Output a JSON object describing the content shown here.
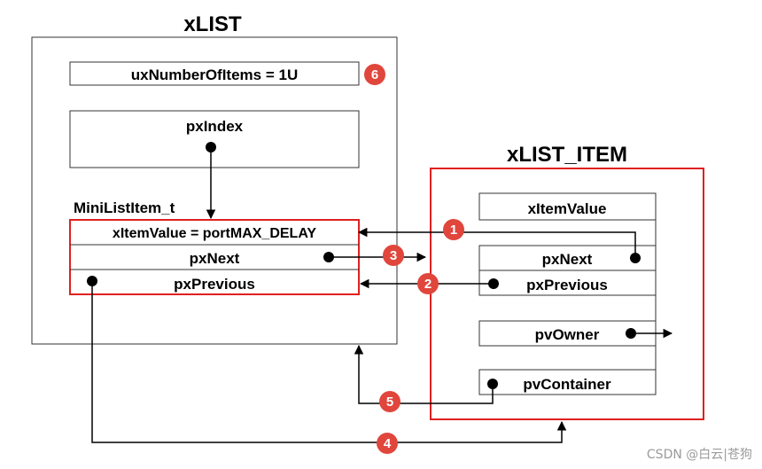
{
  "xlist": {
    "title": "xLIST",
    "ux_number_of_items": "uxNumberOfItems = 1U",
    "px_index": "pxIndex",
    "mini_list_item_label": "MiniListItem_t",
    "mini_item_value": "xItemValue = portMAX_DELAY",
    "mini_px_next": "pxNext",
    "mini_px_previous": "pxPrevious"
  },
  "xlist_item": {
    "title": "xLIST_ITEM",
    "item_value": "xItemValue",
    "px_next": "pxNext",
    "px_previous": "pxPrevious",
    "pv_owner": "pvOwner",
    "pv_container": "pvContainer"
  },
  "badges": {
    "b1": "1",
    "b2": "2",
    "b3": "3",
    "b4": "4",
    "b5": "5",
    "b6": "6"
  },
  "watermark": "CSDN @白云|苍狗",
  "colors": {
    "accent_red": "#e02020",
    "badge_red": "#e0463c",
    "border": "#333333",
    "line": "#000000"
  }
}
